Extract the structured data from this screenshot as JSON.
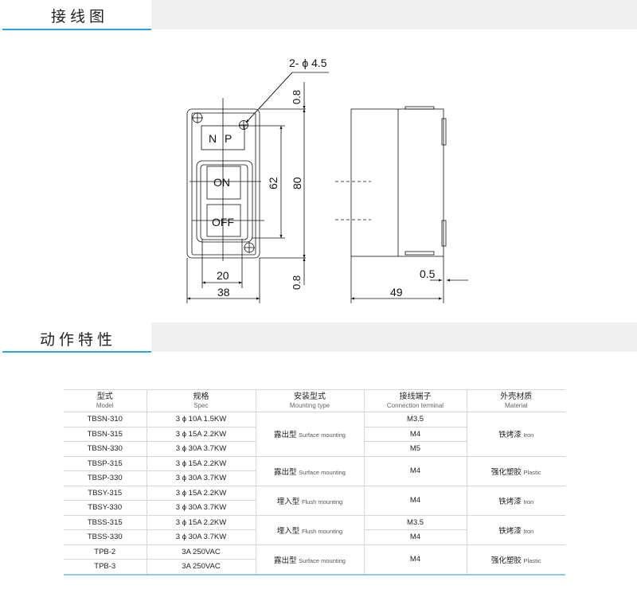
{
  "sections": {
    "wiring": {
      "title": "接线图"
    },
    "specs": {
      "title": "动作特性"
    }
  },
  "diagram": {
    "hole_label": "2- ϕ 4.5",
    "np_label": "N P",
    "on_label": "ON",
    "off_label": "OFF",
    "dim_top": "0.8",
    "dim_bottom": "0.8",
    "dim_62": "62",
    "dim_80": "80",
    "dim_20": "20",
    "dim_38": "38",
    "dim_05": "0.5",
    "dim_49": "49"
  },
  "table": {
    "headers": [
      {
        "zh": "型式",
        "en": "Model"
      },
      {
        "zh": "规格",
        "en": "Spec"
      },
      {
        "zh": "安装型式",
        "en": "Mounting type"
      },
      {
        "zh": "接线端子",
        "en": "Connection terminal"
      },
      {
        "zh": "外壳材质",
        "en": "Material"
      }
    ],
    "models": [
      "TBSN-310",
      "TBSN-315",
      "TBSN-330",
      "TBSP-315",
      "TBSP-330",
      "TBSY-315",
      "TBSY-330",
      "TBSS-315",
      "TBSS-330",
      "TPB-2",
      "TPB-3"
    ],
    "specs": [
      "3 ϕ 10A 1.5KW",
      "3 ϕ 15A 2.2KW",
      "3 ϕ 30A 3.7KW",
      "3 ϕ 15A 2.2KW",
      "3 ϕ 30A 3.7KW",
      "3 ϕ 15A 2.2KW",
      "3 ϕ 30A 3.7KW",
      "3 ϕ 15A 2.2KW",
      "3 ϕ 30A 3.7KW",
      "3A 250VAC",
      "3A 250VAC"
    ],
    "mounting": [
      {
        "zh": "露出型",
        "en": "Surface mounting"
      },
      {
        "zh": "露出型",
        "en": "Surface mounting"
      },
      {
        "zh": "埋入型",
        "en": "Flush mounting"
      },
      {
        "zh": "埋入型",
        "en": "Flush mounting"
      },
      {
        "zh": "露出型",
        "en": "Surface mounting"
      }
    ],
    "terminals": [
      "M3.5",
      "M4",
      "M5",
      "M4",
      "M4",
      "M3.5",
      "M4",
      "M4"
    ],
    "materials": [
      {
        "zh": "铁烤漆",
        "en": "Iron"
      },
      {
        "zh": "强化塑胶",
        "en": "Plastic"
      },
      {
        "zh": "铁烤漆",
        "en": "Iron"
      },
      {
        "zh": "铁烤漆",
        "en": "Iron"
      },
      {
        "zh": "强化塑胶",
        "en": "Plastic"
      }
    ]
  }
}
